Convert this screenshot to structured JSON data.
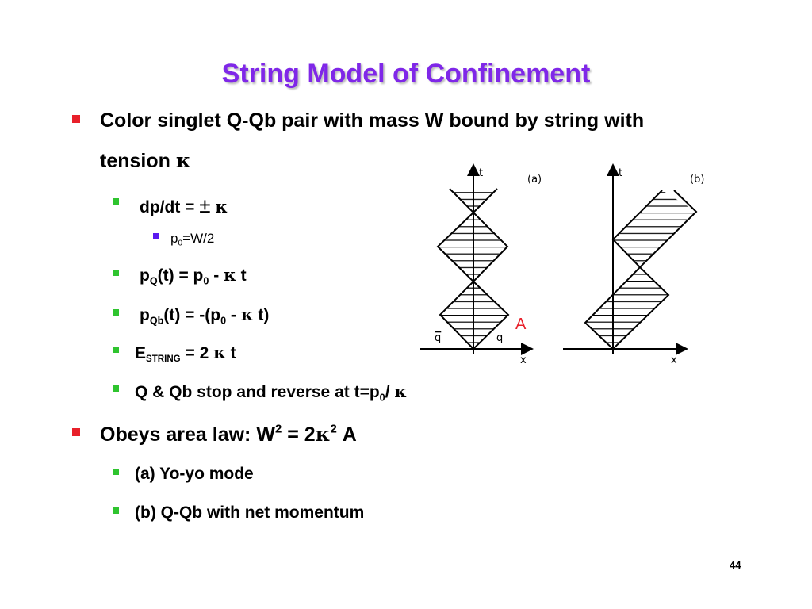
{
  "title": "String Model of Confinement",
  "bullets": {
    "b1_line1": "Color singlet Q-Qb pair with mass W bound by string with",
    "b1_line2": "tension ",
    "kappa": "κ",
    "pm": "±",
    "dpdt": "dp/dt = ",
    "p0_p": "p",
    "p0_sub": "0",
    "p0_rest": "=W/2",
    "pq_p": "p",
    "pq_sub": "Q",
    "pq_mid": "(t) = p",
    "pq_sub0": "0",
    "pq_minus": " - ",
    "pq_t": " t",
    "pqb_p": "p",
    "pqb_sub": "Qb",
    "pqb_mid": "(t) = -(p",
    "pqb_sub0": "0",
    "pqb_minus": " - ",
    "pqb_t": " t)",
    "e_E": "E",
    "e_sub": "STRING",
    "e_mid": " = 2 ",
    "e_t": " t",
    "stop_text": "Q & Qb stop and reverse at t=p",
    "stop_sub": "0",
    "stop_slash": "/ ",
    "b2_text": "Obeys area law: W",
    "b2_sup": "2",
    "b2_mid": " = 2",
    "b2_sup2": "2",
    "b2_A": " A",
    "sub_a": "(a) Yo-yo mode",
    "sub_b": "(b) Q-Qb with net momentum"
  },
  "diagram": {
    "label_a": "(a)",
    "label_b": "(b)",
    "axis_t": "t",
    "axis_x": "x",
    "qbar": "q",
    "q": "q",
    "area_label": "A"
  },
  "colors": {
    "title": "#7f27e8",
    "area_label": "#e8202a"
  },
  "page_number": "44"
}
